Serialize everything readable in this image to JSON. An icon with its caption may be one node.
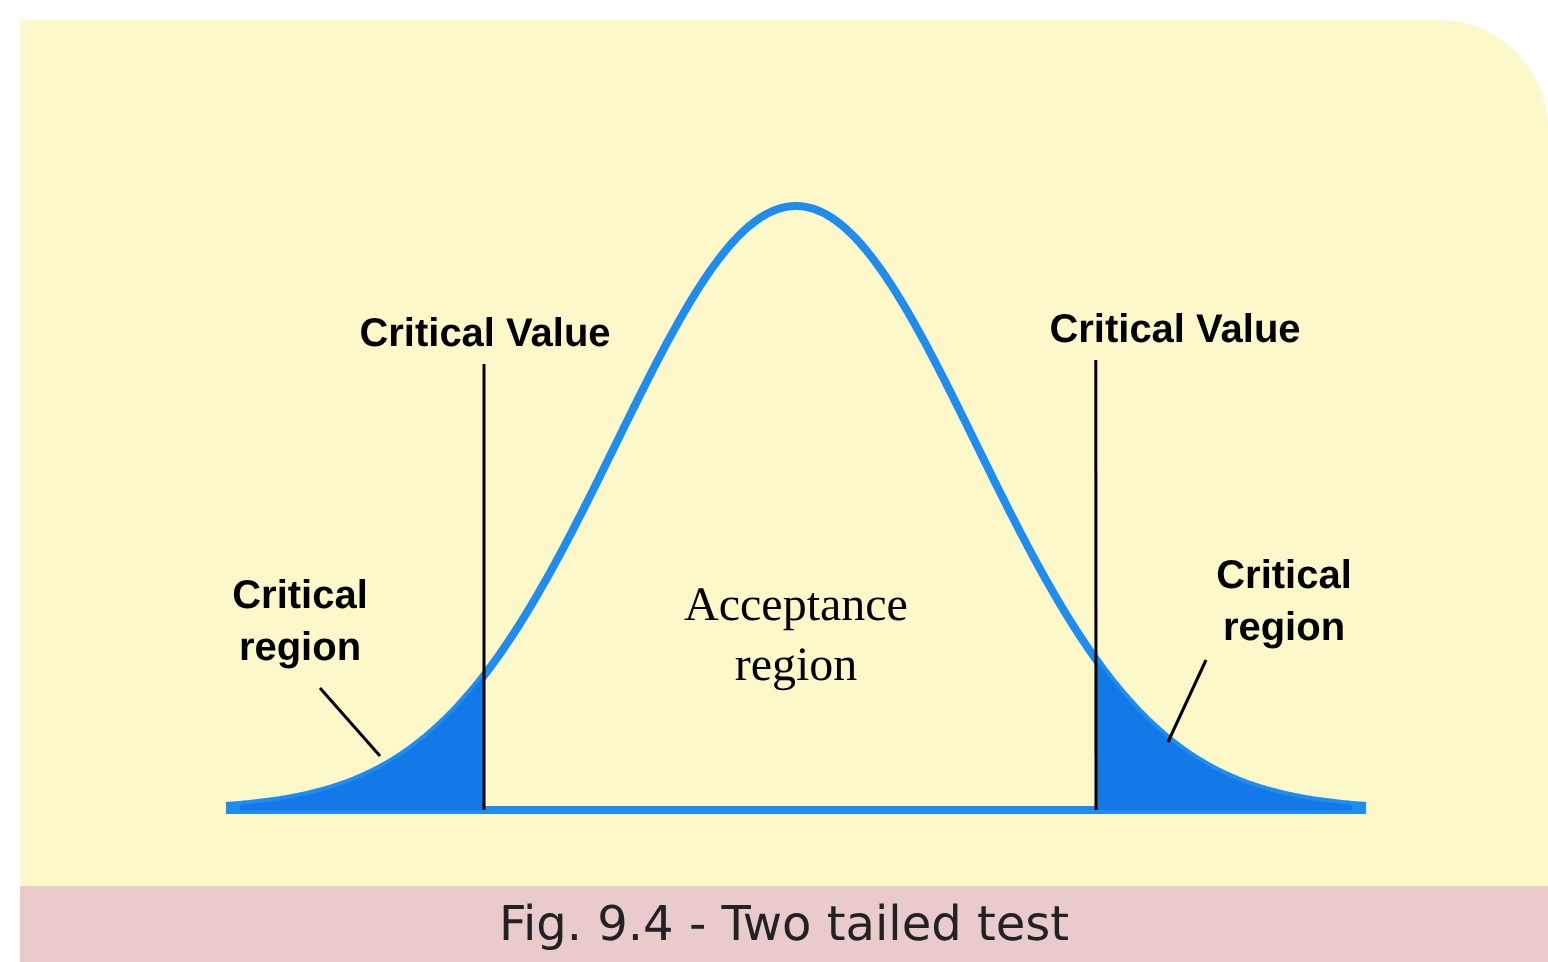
{
  "diagram": {
    "caption": "Fig. 9.4 - Two tailed test",
    "nodes": [
      {
        "text": [
          "Critical Value"
        ]
      },
      {
        "text": [
          "Critical Value"
        ]
      },
      {
        "text": [
          "Critical region"
        ]
      },
      {
        "text": [
          "Critical region"
        ]
      },
      {
        "text": [],
        "shape": "area"
      },
      {
        "text": [],
        "shape": "area"
      }
    ],
    "edges": [
      {
        "from": 0,
        "to": 4,
        "arrow": "none"
      },
      {
        "from": 1,
        "to": 5,
        "arrow": "none"
      },
      {
        "from": 2,
        "to": 4,
        "arrow": "none"
      },
      {
        "from": 3,
        "to": 5,
        "arrow": "none"
      }
    ],
    "labels": [
      "Acceptance region"
    ]
  }
}
